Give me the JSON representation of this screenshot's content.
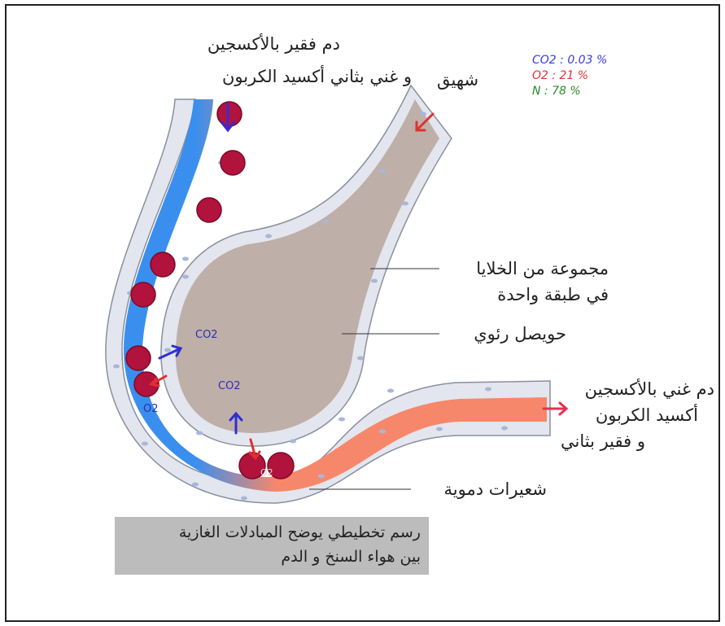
{
  "labels": {
    "poor_blood_line1": "دم فقير بالأكسجين",
    "poor_blood_line2": "و غني بثاني أكسيد الكربون",
    "inhale": "شهيق",
    "cell_layer_line1": "مجموعة من الخلايا",
    "cell_layer_line2": "في طبقة واحدة",
    "alveolus": "حويصل رئوي",
    "rich_blood_line1": "دم غني بالأكسجين",
    "rich_blood_line2": "أكسيد الكربون",
    "rich_blood_line3": "و فقير بثاني",
    "capillaries": "شعيرات دموية"
  },
  "air_composition": {
    "co2": "CO2 : 0.03 %",
    "o2": "O2 : 21 %",
    "n": "N : 78 %"
  },
  "molecules": {
    "co2_a": "CO2",
    "co2_b": "CO2",
    "o2_a": "O2",
    "o2_b": "O2"
  },
  "caption": {
    "line1": "رسم تخطيطي يوضح المبادلات الغازية",
    "line2": "بين هواء السنخ و الدم"
  },
  "colors": {
    "blood_poor": "#3a8fee",
    "blood_rich": "#f7876a",
    "alveolus_fill": "#bfafa9",
    "cell_wall": "#e3e6ee",
    "red_cell": "#b1133d",
    "co2_arrow": "#2f2fd0",
    "o2_arrow": "#e03030",
    "co2_text": "#3a3ae0",
    "o2_text": "#e83030",
    "n_text": "#2a8a2a",
    "caption_bg": "#bcbcbc"
  }
}
